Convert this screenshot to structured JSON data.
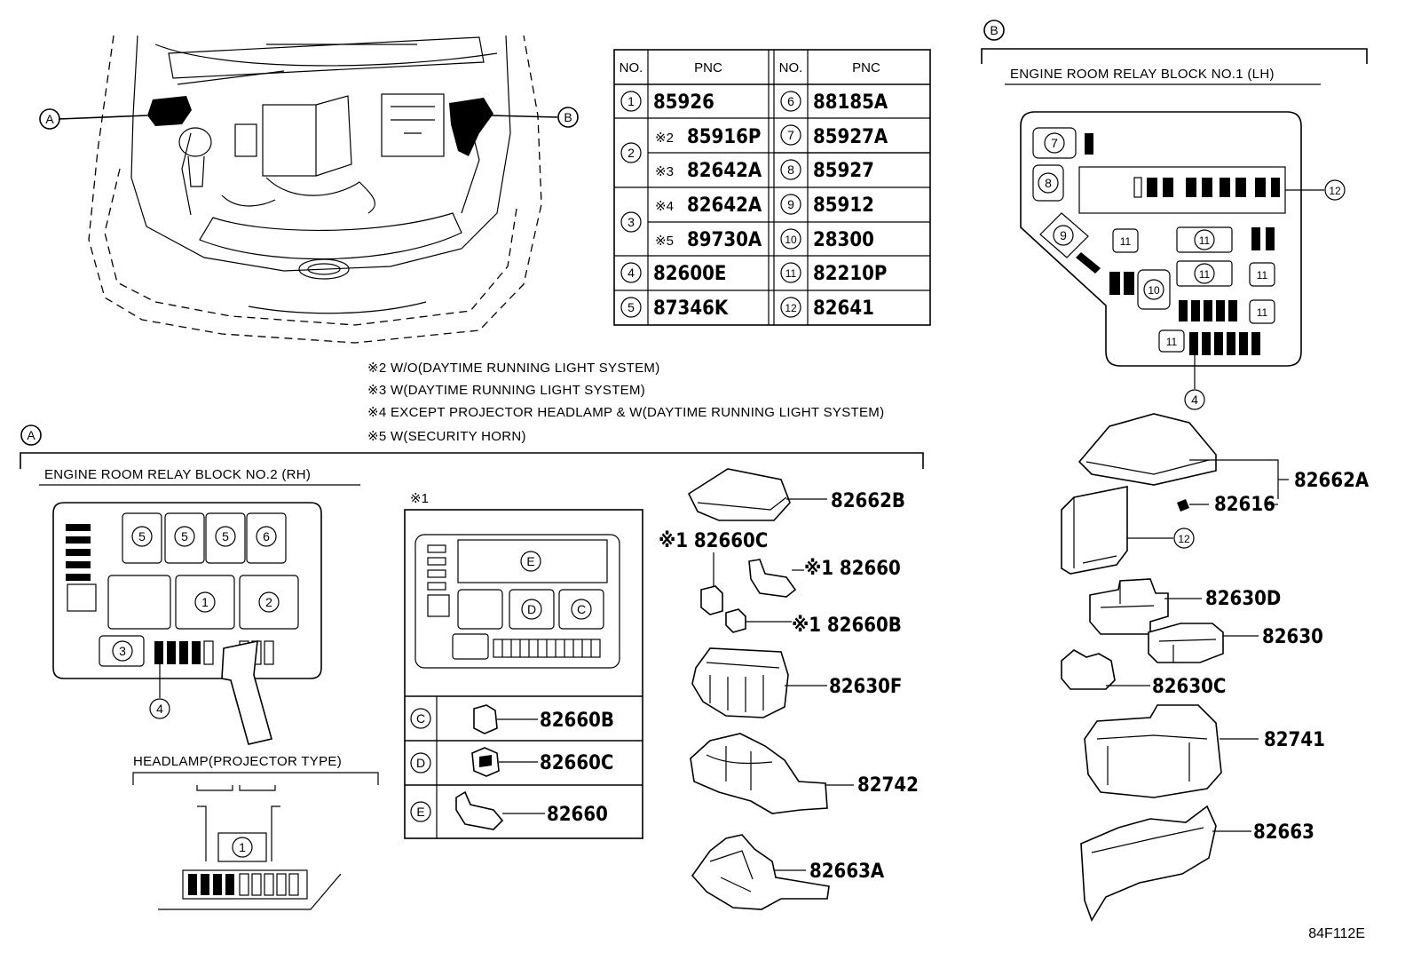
{
  "callouts": {
    "A": "A",
    "B": "B",
    "C": "C",
    "D": "D",
    "E": "E"
  },
  "pnc_table": {
    "headers": [
      "NO.",
      "PNC",
      "NO.",
      "PNC"
    ],
    "left": [
      {
        "no": "1",
        "pnc": "85926"
      },
      {
        "no": "2",
        "variants": [
          {
            "mark": "※2",
            "pnc": "85916P"
          },
          {
            "mark": "※3",
            "pnc": "82642A"
          }
        ]
      },
      {
        "no": "3",
        "variants": [
          {
            "mark": "※4",
            "pnc": "82642A"
          },
          {
            "mark": "※5",
            "pnc": "89730A"
          }
        ]
      },
      {
        "no": "4",
        "pnc": "82600E"
      },
      {
        "no": "5",
        "pnc": "87346K"
      }
    ],
    "right": [
      {
        "no": "6",
        "pnc": "88185A"
      },
      {
        "no": "7",
        "pnc": "85927A"
      },
      {
        "no": "8",
        "pnc": "85927"
      },
      {
        "no": "9",
        "pnc": "85912"
      },
      {
        "no": "10",
        "pnc": "28300"
      },
      {
        "no": "11",
        "pnc": "82210P"
      },
      {
        "no": "12",
        "pnc": "82641"
      }
    ]
  },
  "notes": [
    "※2 W/O(DAYTIME RUNNING LIGHT SYSTEM)",
    "※3 W(DAYTIME RUNNING LIGHT SYSTEM)",
    "※4 EXCEPT PROJECTOR HEADLAMP & W(DAYTIME RUNNING LIGHT SYSTEM)",
    "※5 W(SECURITY HORN)"
  ],
  "section_a": {
    "title": "ENGINE ROOM RELAY BLOCK NO.2 (RH)",
    "headlamp_title": "HEADLAMP(PROJECTOR TYPE)",
    "note_mark": "※1",
    "block_labels": [
      "5",
      "5",
      "5",
      "6",
      "1",
      "2",
      "3",
      "4"
    ],
    "inset_labels": [
      "E",
      "D",
      "C"
    ],
    "inset_parts": [
      {
        "key": "C",
        "pnc": "82660B"
      },
      {
        "key": "D",
        "pnc": "82660C"
      },
      {
        "key": "E",
        "pnc": "82660"
      }
    ],
    "headlamp_label": "1",
    "parts": {
      "cover": "82662B",
      "c_marked": "※1 82660C",
      "clip": "※1 82660",
      "b_marked": "※1 82660B",
      "body": "82630F",
      "lower": "82742",
      "bracket": "82663A"
    }
  },
  "section_b": {
    "title": "ENGINE ROOM RELAY BLOCK NO.1 (LH)",
    "block_labels": [
      "7",
      "8",
      "9",
      "10",
      "11",
      "11",
      "11",
      "11",
      "11",
      "11",
      "12",
      "4"
    ],
    "parts": {
      "cover": "82662A",
      "tab": "82616",
      "module": "12",
      "p1": "82630D",
      "p2": "82630",
      "p3": "82630C",
      "case": "82741",
      "bottom": "82663"
    }
  },
  "figure_id": "84F112E"
}
